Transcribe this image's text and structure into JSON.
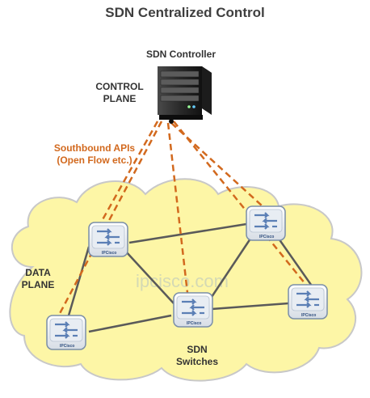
{
  "diagram": {
    "title": "SDN Centralized Control",
    "controller_label": "SDN Controller",
    "control_plane_label": "CONTROL\nPLANE",
    "southbound_label": "Southbound APIs\n(Open Flow etc.)",
    "data_plane_label": "DATA\nPLANE",
    "switches_label": "SDN\nSwitches",
    "watermark": "ipcisco.com",
    "switch_brand": "IPCisco",
    "colors": {
      "title": "#3f3f3f",
      "southbound_text": "#d2691e",
      "dashed_links": "#d2691e",
      "cloud_fill": "#fdf6a6",
      "cloud_stroke": "#c8c8c8",
      "physical_links": "#5a5a5a"
    },
    "nodes": [
      {
        "id": "controller",
        "type": "server",
        "icon": "server-icon"
      },
      {
        "id": "sw1",
        "type": "switch",
        "icon": "switch-icon"
      },
      {
        "id": "sw2",
        "type": "switch",
        "icon": "switch-icon"
      },
      {
        "id": "sw3",
        "type": "switch",
        "icon": "switch-icon"
      },
      {
        "id": "sw4",
        "type": "switch",
        "icon": "switch-icon"
      },
      {
        "id": "sw5",
        "type": "switch",
        "icon": "switch-icon"
      }
    ],
    "control_links": [
      [
        "controller",
        "sw1"
      ],
      [
        "controller",
        "sw2"
      ],
      [
        "controller",
        "sw3"
      ],
      [
        "controller",
        "sw4"
      ],
      [
        "controller",
        "sw5"
      ]
    ],
    "data_links": [
      [
        "sw1",
        "sw2"
      ],
      [
        "sw1",
        "sw3"
      ],
      [
        "sw1",
        "sw4"
      ],
      [
        "sw2",
        "sw3"
      ],
      [
        "sw2",
        "sw5"
      ],
      [
        "sw3",
        "sw5"
      ],
      [
        "sw4",
        "sw3"
      ]
    ]
  }
}
